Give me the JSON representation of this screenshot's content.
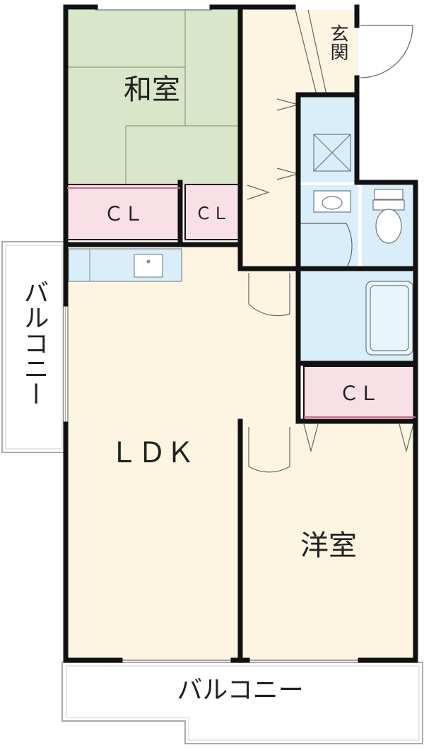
{
  "rooms": {
    "washitsu": {
      "label": "和室"
    },
    "genkan": {
      "label": "玄関"
    },
    "ldk": {
      "label": "ＬＤＫ"
    },
    "yoshitsu": {
      "label": "洋室"
    },
    "cl_washitsu": {
      "label": "ＣＬ"
    },
    "cl_small": {
      "label": "ＣＬ"
    },
    "cl_bath": {
      "label": "ＣＬ"
    }
  },
  "balconies": {
    "left": {
      "label": "バルコニー"
    },
    "bottom": {
      "label": "バルコニー"
    }
  },
  "colors": {
    "tatami": "#d9e6c9",
    "flooring": "#fdf4e1",
    "closet": "#f9dfe6",
    "wet_area": "#d9eef8",
    "wall": "#111111",
    "balcony_line": "#aaaaaa"
  }
}
